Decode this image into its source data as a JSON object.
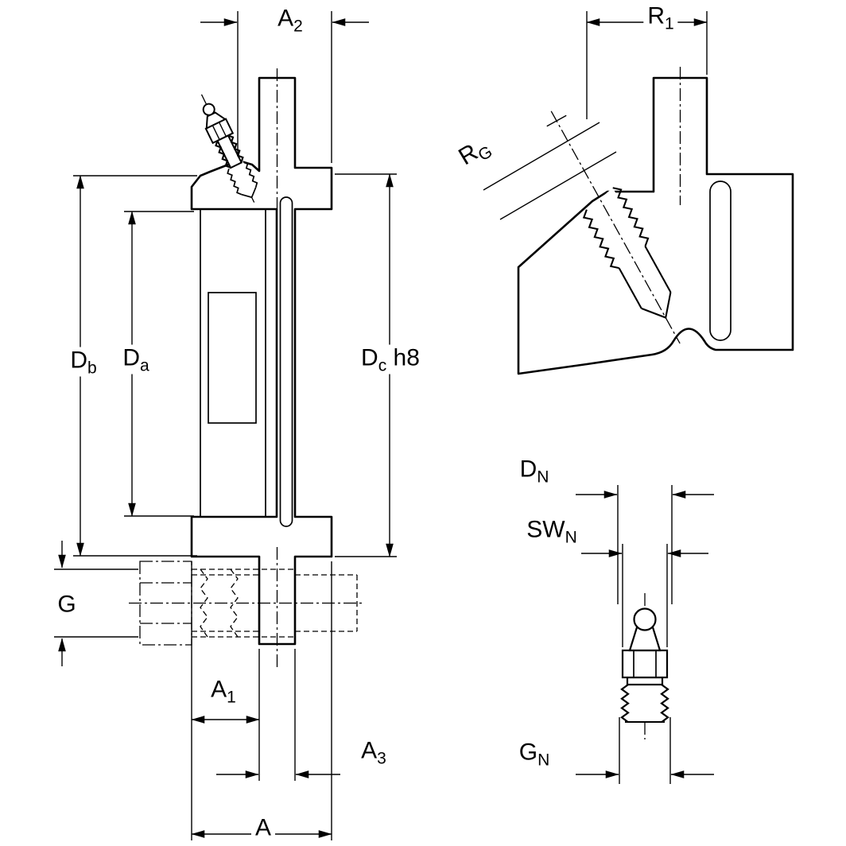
{
  "colors": {
    "part_fill": "#b8cbe8",
    "line": "#000000",
    "background": "#ffffff"
  },
  "labels": {
    "a2": {
      "base": "A",
      "sub": "2"
    },
    "db": {
      "base": "D",
      "sub": "b"
    },
    "da": {
      "base": "D",
      "sub": "a"
    },
    "dc": {
      "base": "D",
      "sub": "c",
      "suffix": " h8"
    },
    "g": {
      "base": "G",
      "sub": ""
    },
    "a1": {
      "base": "A",
      "sub": "1"
    },
    "a3": {
      "base": "A",
      "sub": "3"
    },
    "a": {
      "base": "A",
      "sub": ""
    },
    "r1": {
      "base": "R",
      "sub": "1"
    },
    "rg": {
      "base": "R",
      "sub": "G"
    },
    "dn": {
      "base": "D",
      "sub": "N"
    },
    "swn": {
      "base": "SW",
      "sub": "N"
    },
    "gn": {
      "base": "G",
      "sub": "N"
    }
  }
}
